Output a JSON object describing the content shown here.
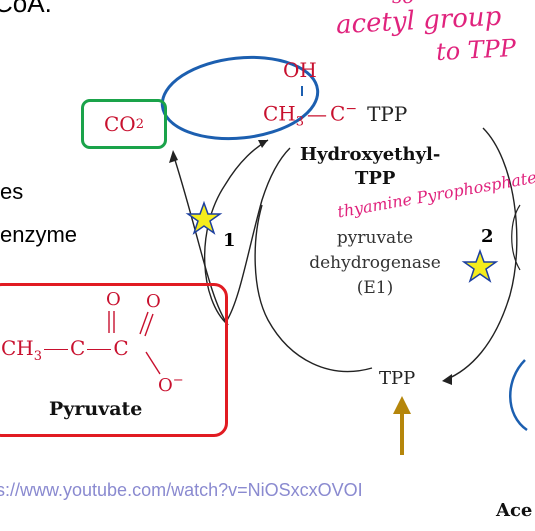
{
  "slide": {
    "top_left_text": "CoA.",
    "side_text_line1": "es",
    "side_text_line2": "enzyme",
    "url": "s://www.youtube.com/watch?v=NiOSxcxOVOI",
    "bottom_right_text": "Ace"
  },
  "diagram": {
    "co2_label": "CO",
    "co2_sub": "2",
    "intermediate": {
      "oh": "OH",
      "ch3": "CH",
      "ch3_sub": "3",
      "bond1": "—",
      "carbon": "C",
      "charge": "−",
      "tpp": "TPP",
      "name_line1": "Hydroxyethyl-",
      "name_line2": "TPP"
    },
    "enzyme": {
      "line1": "pyruvate",
      "line2": "dehydrogenase",
      "line3": "(E1)"
    },
    "step1_label": "1",
    "step2_label": "2",
    "tpp_bottom": "TPP",
    "pyruvate": {
      "o1": "O",
      "o2": "O",
      "ch3": "CH",
      "ch3_sub": "3",
      "c1": "C",
      "c2": "C",
      "o_minus": "O",
      "o_minus_charge": "−",
      "name": "Pyruvate"
    }
  },
  "annotations": {
    "handwritten_top1": "so",
    "handwritten_top2": "acetyl group",
    "handwritten_top3": "to TPP",
    "handwritten_tpp": "thyamine Pyrophosphate"
  },
  "colors": {
    "red": "#c8102e",
    "green_box": "#1aa34a",
    "red_box": "#e11b22",
    "blue_ink": "#1c5fb0",
    "pink_ink": "#e0237d",
    "star_fill": "#f5ec1c",
    "arrow_gold": "#b5860b"
  }
}
